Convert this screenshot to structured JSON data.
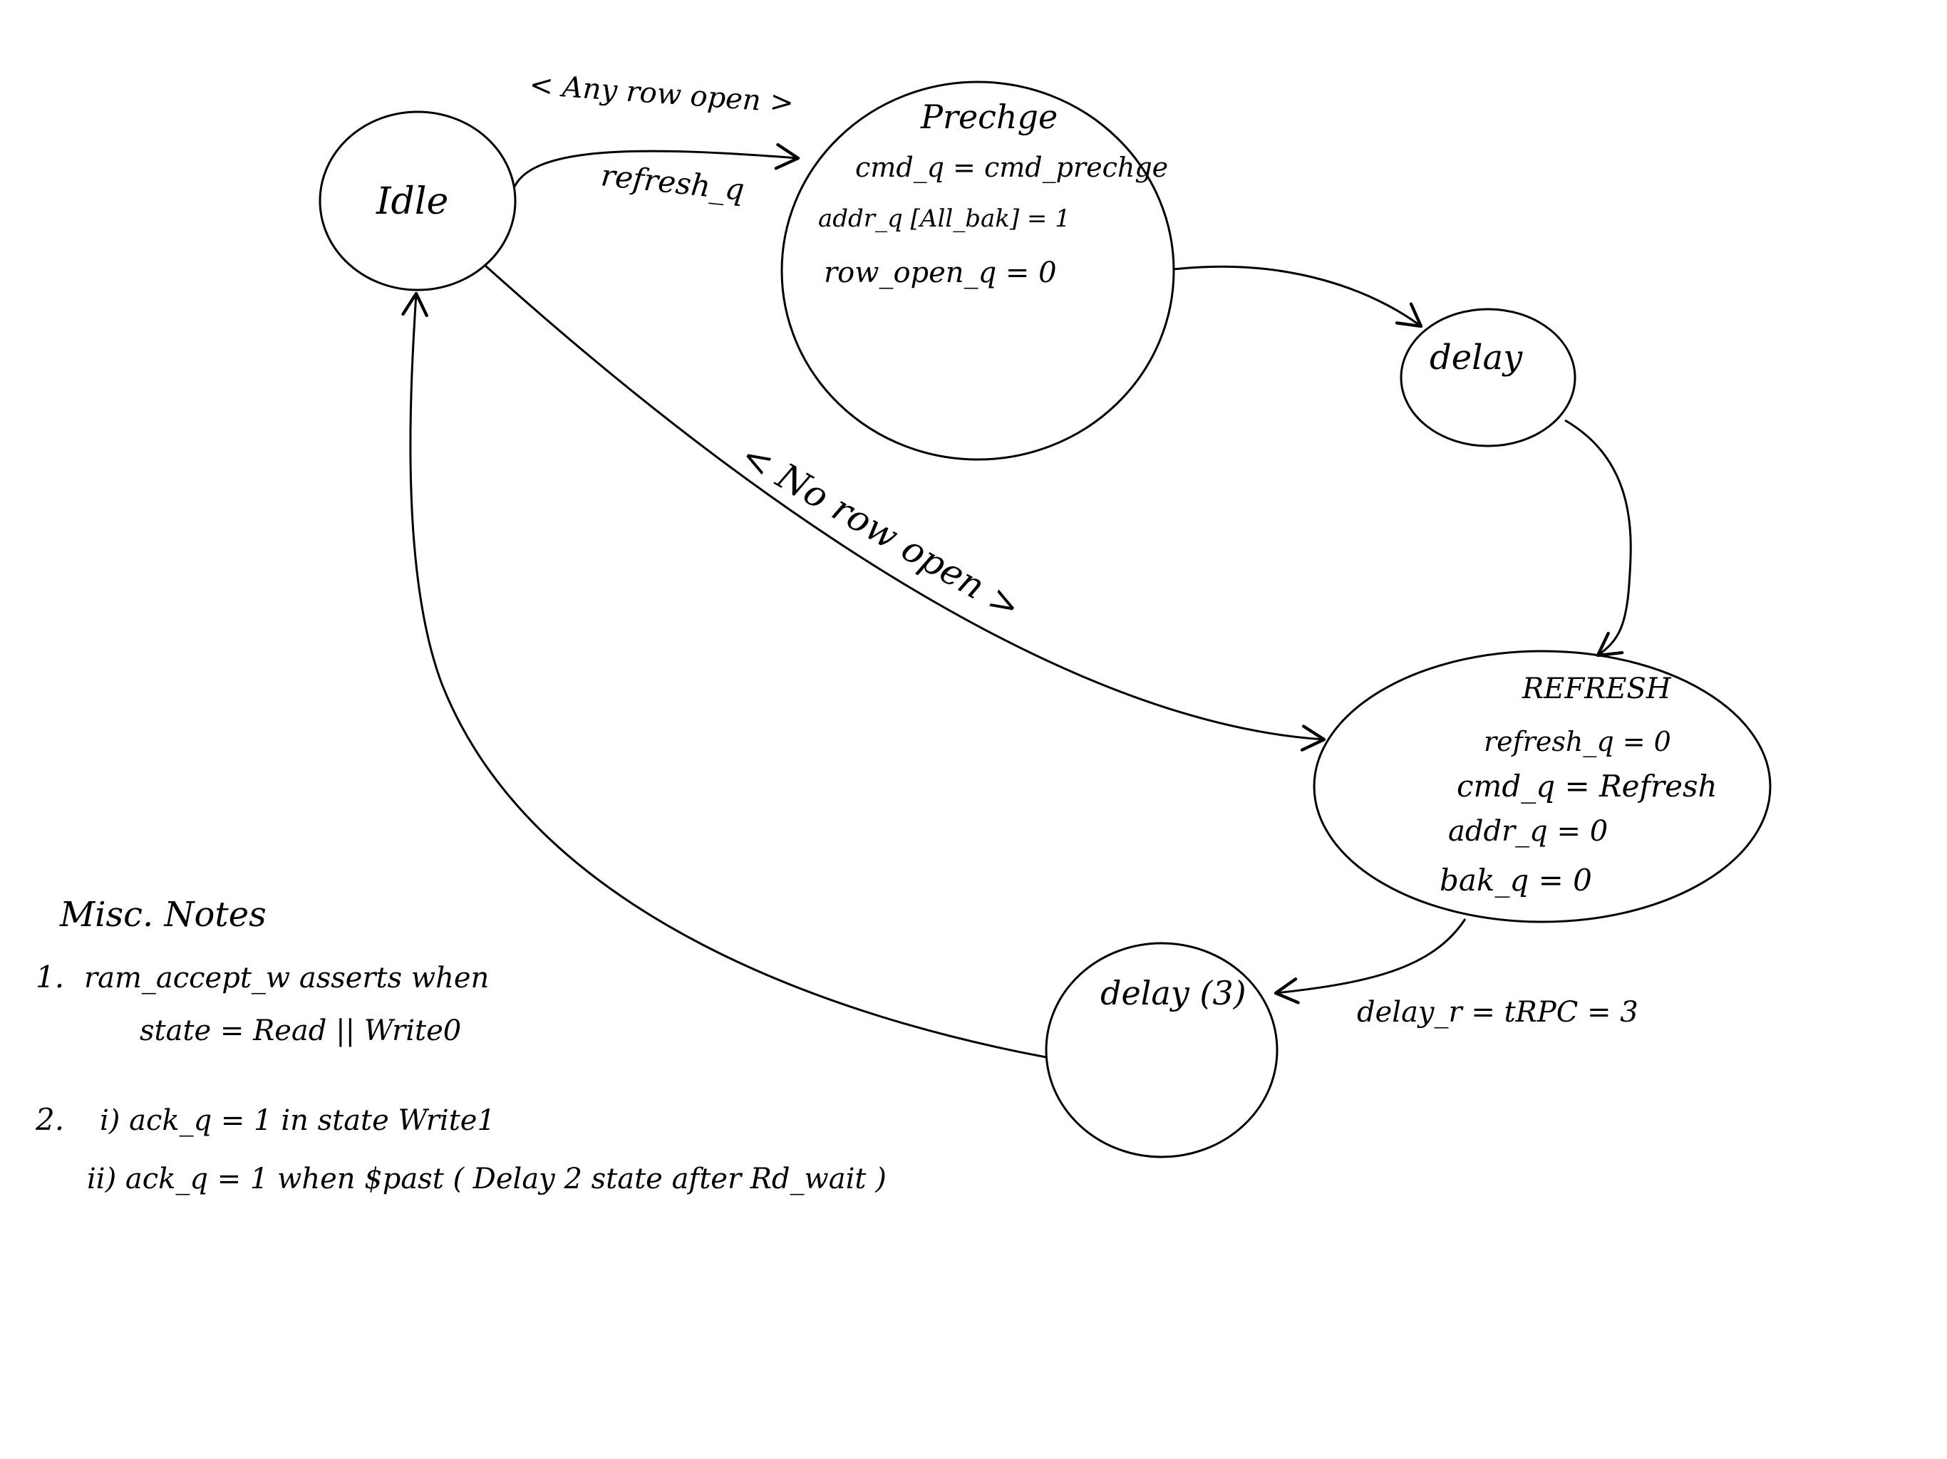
{
  "diagram": {
    "states": {
      "idle": {
        "label": "Idle"
      },
      "precharge": {
        "label": "Prechge",
        "lines": [
          "cmd_q = cmd_prechge",
          "addr_q [All_bak] = 1",
          "row_open_q = 0"
        ]
      },
      "delay1": {
        "label": "delay"
      },
      "refresh": {
        "label": "REFRESH",
        "lines": [
          "refresh_q = 0",
          "cmd_q = Refresh",
          "addr_q = 0",
          "bak_q = 0"
        ]
      },
      "delay3": {
        "label": "delay (3)"
      }
    },
    "transitions": {
      "idle_to_precharge": {
        "guard": "< Any row open >",
        "label": "refresh_q"
      },
      "idle_to_refresh": {
        "guard": "< No row open >"
      },
      "refresh_to_delay3": {
        "label": "delay_r = tRPC = 3"
      }
    }
  },
  "notes": {
    "title": "Misc. Notes",
    "items": [
      {
        "num": "1.",
        "line1": "ram_accept_w  asserts  when",
        "line2": "state = Read || Write0"
      },
      {
        "num": "2.",
        "line1": "i)  ack_q  = 1    in state  Write1",
        "line2": "ii)  ack_q  = 1    when  $past ( Delay 2 state  after  Rd_wait )"
      }
    ]
  }
}
